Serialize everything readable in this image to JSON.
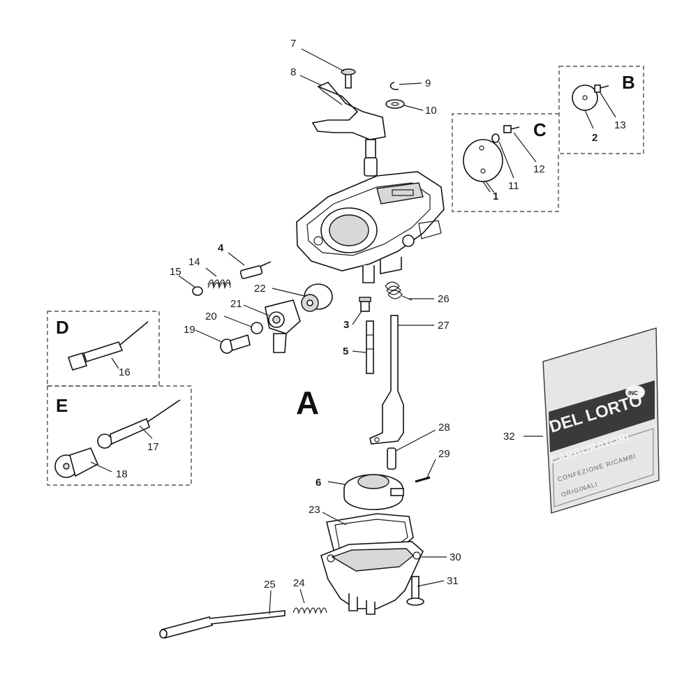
{
  "sections": {
    "A": "A",
    "B": "B",
    "C": "C",
    "D": "D",
    "E": "E"
  },
  "labels": {
    "n1": "1",
    "n2": "2",
    "n3": "3",
    "n4": "4",
    "n5": "5",
    "n6": "6",
    "n7": "7",
    "n8": "8",
    "n9": "9",
    "n10": "10",
    "n11": "11",
    "n12": "12",
    "n13": "13",
    "n14": "14",
    "n15": "15",
    "n16": "16",
    "n17": "17",
    "n18": "18",
    "n19": "19",
    "n20": "20",
    "n21": "21",
    "n22": "22",
    "n23": "23",
    "n24": "24",
    "n25": "25",
    "n26": "26",
    "n27": "27",
    "n28": "28",
    "n29": "29",
    "n30": "30",
    "n31": "31",
    "n32": "32"
  },
  "bag": {
    "brand": "DEL LORTO",
    "badge": "INC",
    "product": "CARBURATORI",
    "line1": "CONFEZIONE RICAMBI",
    "line2": "ORIGINALI"
  },
  "colors": {
    "ink": "#111111",
    "bag_band": "#3a3a3a",
    "bag_bg": "#e6e6e6"
  }
}
